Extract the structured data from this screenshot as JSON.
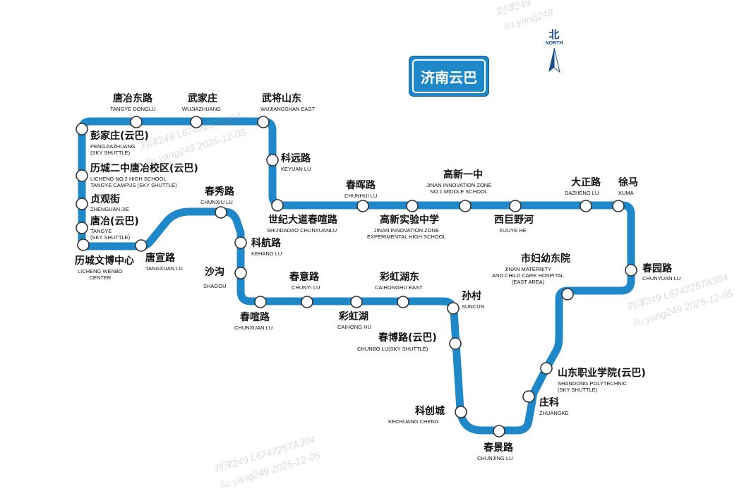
{
  "title": "济南云巴",
  "north": {
    "cn": "北",
    "en": "NORTH"
  },
  "colors": {
    "line": "#1e88c9",
    "line_dark": "#0f5f95",
    "station_fill": "#ffffff",
    "station_stroke": "#333333"
  },
  "stations": [
    {
      "cn": "唐冶东路",
      "en": "TANGYE DONGLU"
    },
    {
      "cn": "武家庄",
      "en": "WUJIAZHUANG"
    },
    {
      "cn": "武将山东",
      "en": "WUJIANGSHAN EAST"
    },
    {
      "cn": "彭家庄(云巴)",
      "en": "PENGJIAZHUANG\n(SKY SHUTTLE)"
    },
    {
      "cn": "科远路",
      "en": "KEYUAN LU"
    },
    {
      "cn": "历城二中唐冶校区(云巴)",
      "en": "LICHENG NO.2 HIGH SCHOOL\nTANGYE CAMPUS (SKY SHUTTLE)"
    },
    {
      "cn": "贞观街",
      "en": "ZHENGUAN JIE"
    },
    {
      "cn": "唐冶(云巴)",
      "en": "TANGYE\n(SKY SHUTTLE)"
    },
    {
      "cn": "历城文博中心",
      "en": "LICHENG WENBO\nCENTER"
    },
    {
      "cn": "唐宣路",
      "en": "TANGXUAN LU"
    },
    {
      "cn": "春秀路",
      "en": "CHUNXIU LU"
    },
    {
      "cn": "科航路",
      "en": "KEHANG LU"
    },
    {
      "cn": "沙沟",
      "en": "SHAGOU"
    },
    {
      "cn": "春喧路",
      "en": "CHUNXUAN LU"
    },
    {
      "cn": "春意路",
      "en": "CHUNYI LU"
    },
    {
      "cn": "彩虹湖",
      "en": "CAIHONG HU"
    },
    {
      "cn": "彩虹湖东",
      "en": "CAIHONGHU EAST"
    },
    {
      "cn": "世纪大道春喧路",
      "en": "SHIJIDADAO CHUNXUANLU"
    },
    {
      "cn": "春晖路",
      "en": "CHUNHUI LU"
    },
    {
      "cn": "高新实验中学",
      "en": "JINAN INNOVATION ZONE\nEXPERIMENTAL HIGH SCHOOL"
    },
    {
      "cn": "高新一中",
      "en": "JINAN INNOVATION ZONE\nNO.1 MIDDLE SCHOOL"
    },
    {
      "cn": "西巨野河",
      "en": "XIJUYE HE"
    },
    {
      "cn": "大正路",
      "en": "DAZHENG LU"
    },
    {
      "cn": "徐马",
      "en": "XUMA"
    },
    {
      "cn": "春园路",
      "en": "CHUNYUAN LU"
    },
    {
      "cn": "市妇幼东院",
      "en": "JINAN MATERNITY\nAND CHILD CARE HOSPITAL\n(EAST AREA)"
    },
    {
      "cn": "孙村",
      "en": "SUNCUN"
    },
    {
      "cn": "春博路(云巴)",
      "en": "CHUNBO LU(SKY SHUTTLE)"
    },
    {
      "cn": "山东职业学院(云巴)",
      "en": "SHANDONG POLYTECHNIC\n(SKY SHUTTLE)"
    },
    {
      "cn": "庄科",
      "en": "ZHUANGKE"
    },
    {
      "cn": "科创城",
      "en": "KECHUANG CHENG"
    },
    {
      "cn": "春景路",
      "en": "CHUNJING LU"
    }
  ],
  "watermarks": [
    "刘洋249 L6742257A304",
    "liu.yang249 2025-12-05",
    "刘洋249 L6742257A304",
    "liu.yang249 2025-12-05",
    "刘洋249 L6742257A304",
    "liu.yang249 2025-12-05",
    "刘洋249",
    "liu.yang249"
  ]
}
